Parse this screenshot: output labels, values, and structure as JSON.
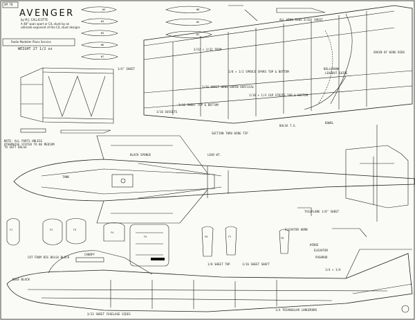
{
  "header": {
    "plan_code": "SM 70",
    "title": "AVENGER",
    "designer": "by M.J. CALLICOTTE",
    "desc": [
      "A 48\" span sport or C/L stunt by an",
      "ultimate exponent of the C/L stunt designs"
    ],
    "publisher": "Radio Modeller Plans Service",
    "weight": "WEIGHT 27 1/2 oz"
  },
  "wing_ribs": [
    "W8",
    "W7",
    "W6",
    "W5",
    "W4",
    "W3",
    "W2",
    "W1"
  ],
  "labels": {
    "rib_sheet": "ALL WING RIBS 3/32\" SHEET",
    "tip_note": "3/32 × 3/32 TRIM",
    "quarter_sheet": "1/4\" SHEET",
    "grain": "GRAIN OF WING RIBS",
    "bellcrank": "BELLCRANK",
    "leadout": "LEADOUT GUIDE",
    "spar": "1/8 × 1/2 SPRUCE SPARS TOP & BOTTOM",
    "webs": "1/16 SHEET WEBS GRAIN VERTICAL",
    "le_sheet": "1/16 SHEET TOP & BOTTOM",
    "te_sheet": "1/16 × 1/4 CAP STRIPS TOP & BOTTOM",
    "dowel": "DOWEL",
    "gussets": "1/16 GUSSETS",
    "balsa_te": "BALSA T.E.",
    "section_note": "SECTION THRU WING TIP",
    "lead_wt": "LEAD WT.",
    "note": "NOTE: ALL PARTS UNLESS OTHERWISE STATED TO BE MEDIUM TO SOFT BALSA",
    "sponge": "BLACK SPONGE",
    "tank": "TANK",
    "tailplane": "TAILPLANE 1/8\" SHEET",
    "cowl": "CUT FROM BIG BALSA BLOCK",
    "canopy": "CANOPY",
    "fus_sheet": "3/32 SHEET FUSELAGE SIDES",
    "hinge": "HINGE",
    "elevator": "ELEVATOR",
    "triangle": "1/4 TRIANGULAR LONGERONS",
    "top_sheet": "1/8 SHEET TOP",
    "side_sheet": "1/16 SHEET SHAFT",
    "quarter_sq": "1/4 × 1/4",
    "f_labels": [
      "F1",
      "F2",
      "F3",
      "F4",
      "F5",
      "F6",
      "F7",
      "F8"
    ],
    "elevator_horn": "ELEVATOR HORN",
    "pushrod": "PUSHROD",
    "nose_block": "NOSE BLOCK"
  }
}
